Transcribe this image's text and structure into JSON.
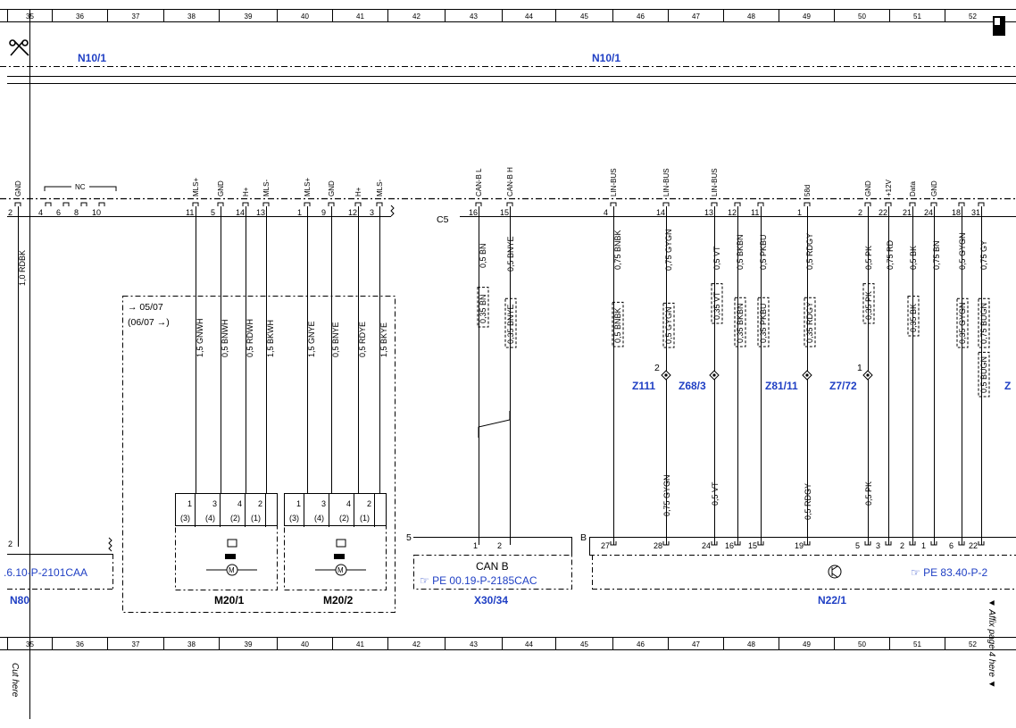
{
  "ruler_columns": [
    "35",
    "36",
    "37",
    "38",
    "39",
    "40",
    "41",
    "42",
    "43",
    "44",
    "45",
    "46",
    "47",
    "48",
    "49",
    "50",
    "51",
    "52"
  ],
  "top_labels": [
    "N10/1",
    "N10/1"
  ],
  "connector_c5": "C5",
  "pins": [
    {
      "num": "2",
      "sig": "GND"
    },
    {
      "num": "4",
      "sig": ""
    },
    {
      "num": "6",
      "sig": ""
    },
    {
      "num": "8",
      "sig": ""
    },
    {
      "num": "10",
      "sig": ""
    },
    {
      "num": "11",
      "sig": "MLS+"
    },
    {
      "num": "5",
      "sig": "GND"
    },
    {
      "num": "14",
      "sig": "H+"
    },
    {
      "num": "13",
      "sig": "MLS-"
    },
    {
      "num": "1",
      "sig": "MLS+"
    },
    {
      "num": "9",
      "sig": "GND"
    },
    {
      "num": "12",
      "sig": "H+"
    },
    {
      "num": "3",
      "sig": "MLS-"
    },
    {
      "num": "16",
      "sig": "CAN-B L"
    },
    {
      "num": "15",
      "sig": "CAN-B H"
    },
    {
      "num": "4",
      "sig": "LIN-BUS"
    },
    {
      "num": "14",
      "sig": "LIN-BUS"
    },
    {
      "num": "13",
      "sig": "LIN-BUS"
    },
    {
      "num": "12",
      "sig": ""
    },
    {
      "num": "11",
      "sig": ""
    },
    {
      "num": "1",
      "sig": "58d"
    },
    {
      "num": "2",
      "sig": "GND"
    },
    {
      "num": "22",
      "sig": "+12V"
    },
    {
      "num": "21",
      "sig": "Data"
    },
    {
      "num": "24",
      "sig": "GND"
    },
    {
      "num": "18",
      "sig": ""
    },
    {
      "num": "31",
      "sig": ""
    }
  ],
  "nc_label": "NC",
  "wire_labels_top": [
    "1,0 RDBK",
    "0,5 BN",
    "0,5 BNYE",
    "0,75 BNBK",
    "0,75 GYGN",
    "0,5 VT",
    "0,5 BKBN",
    "0,5 PKBU",
    "0,5 RDGY",
    "0,5 PK",
    "0,75 RD",
    "0,5 BK",
    "0,75 BN",
    "0,5 GYGN",
    "0,75 GY"
  ],
  "wire_labels_alt": [
    "0,35 BN",
    "0,35 BNYE",
    "0,5 BNBK",
    "0,5 GYGN",
    "0,35 VT",
    "0,35 BKBN",
    "0,35 PKBU",
    "0,35 RDGY",
    "0,35 PK",
    "0,35 BK",
    "0,35 GYGN",
    "0,75 BUGN",
    "0,5 BUGN"
  ],
  "wire_labels_motor": [
    "1,5 GNWH",
    "0,5 BNWH",
    "0,5 RDWH",
    "1,5 BKWH",
    "1,5 GNYE",
    "0,5 BNYE",
    "0,5 RDYE",
    "1,5 BKYE"
  ],
  "wire_labels_low": [
    "0,75 GYGN",
    "0,5 VT",
    "0,5 RDGY",
    "0,5 PK"
  ],
  "variant_box": {
    "a": "→ 05/07",
    "b": "(06/07 →)"
  },
  "splices": [
    "Z111",
    "Z68/3",
    "Z81/11",
    "Z7/72",
    "Z"
  ],
  "splice_nums": [
    "2",
    "1"
  ],
  "motor_pins": [
    "1",
    "3",
    "4",
    "2"
  ],
  "motor_pins_alt": [
    "(3)",
    "(4)",
    "(2)",
    "(1)"
  ],
  "motor_sym": "M",
  "components": [
    "M20/1",
    "M20/2",
    "X30/34",
    "N22/1",
    "N80"
  ],
  "n80_pin": "2",
  "can_box": {
    "pin_main": "5",
    "title": "CAN B",
    "ref": "☞ PE 00.19-P-2185CAC",
    "pins": [
      "1",
      "2"
    ]
  },
  "n22_box": {
    "pin_main": "B",
    "ref": "☞ PE 83.40-P-2",
    "pins": [
      "27",
      "28",
      "24",
      "16",
      "15",
      "19",
      "5",
      "3",
      "2",
      "1",
      "6",
      "22"
    ]
  },
  "ref_left": ".6.10-P-2101CAA",
  "side_note": "▼ Affix page 4 here ▼",
  "cut_note": "Cut here",
  "colors": {
    "ink": "#000000",
    "link": "#1f3fc4"
  }
}
